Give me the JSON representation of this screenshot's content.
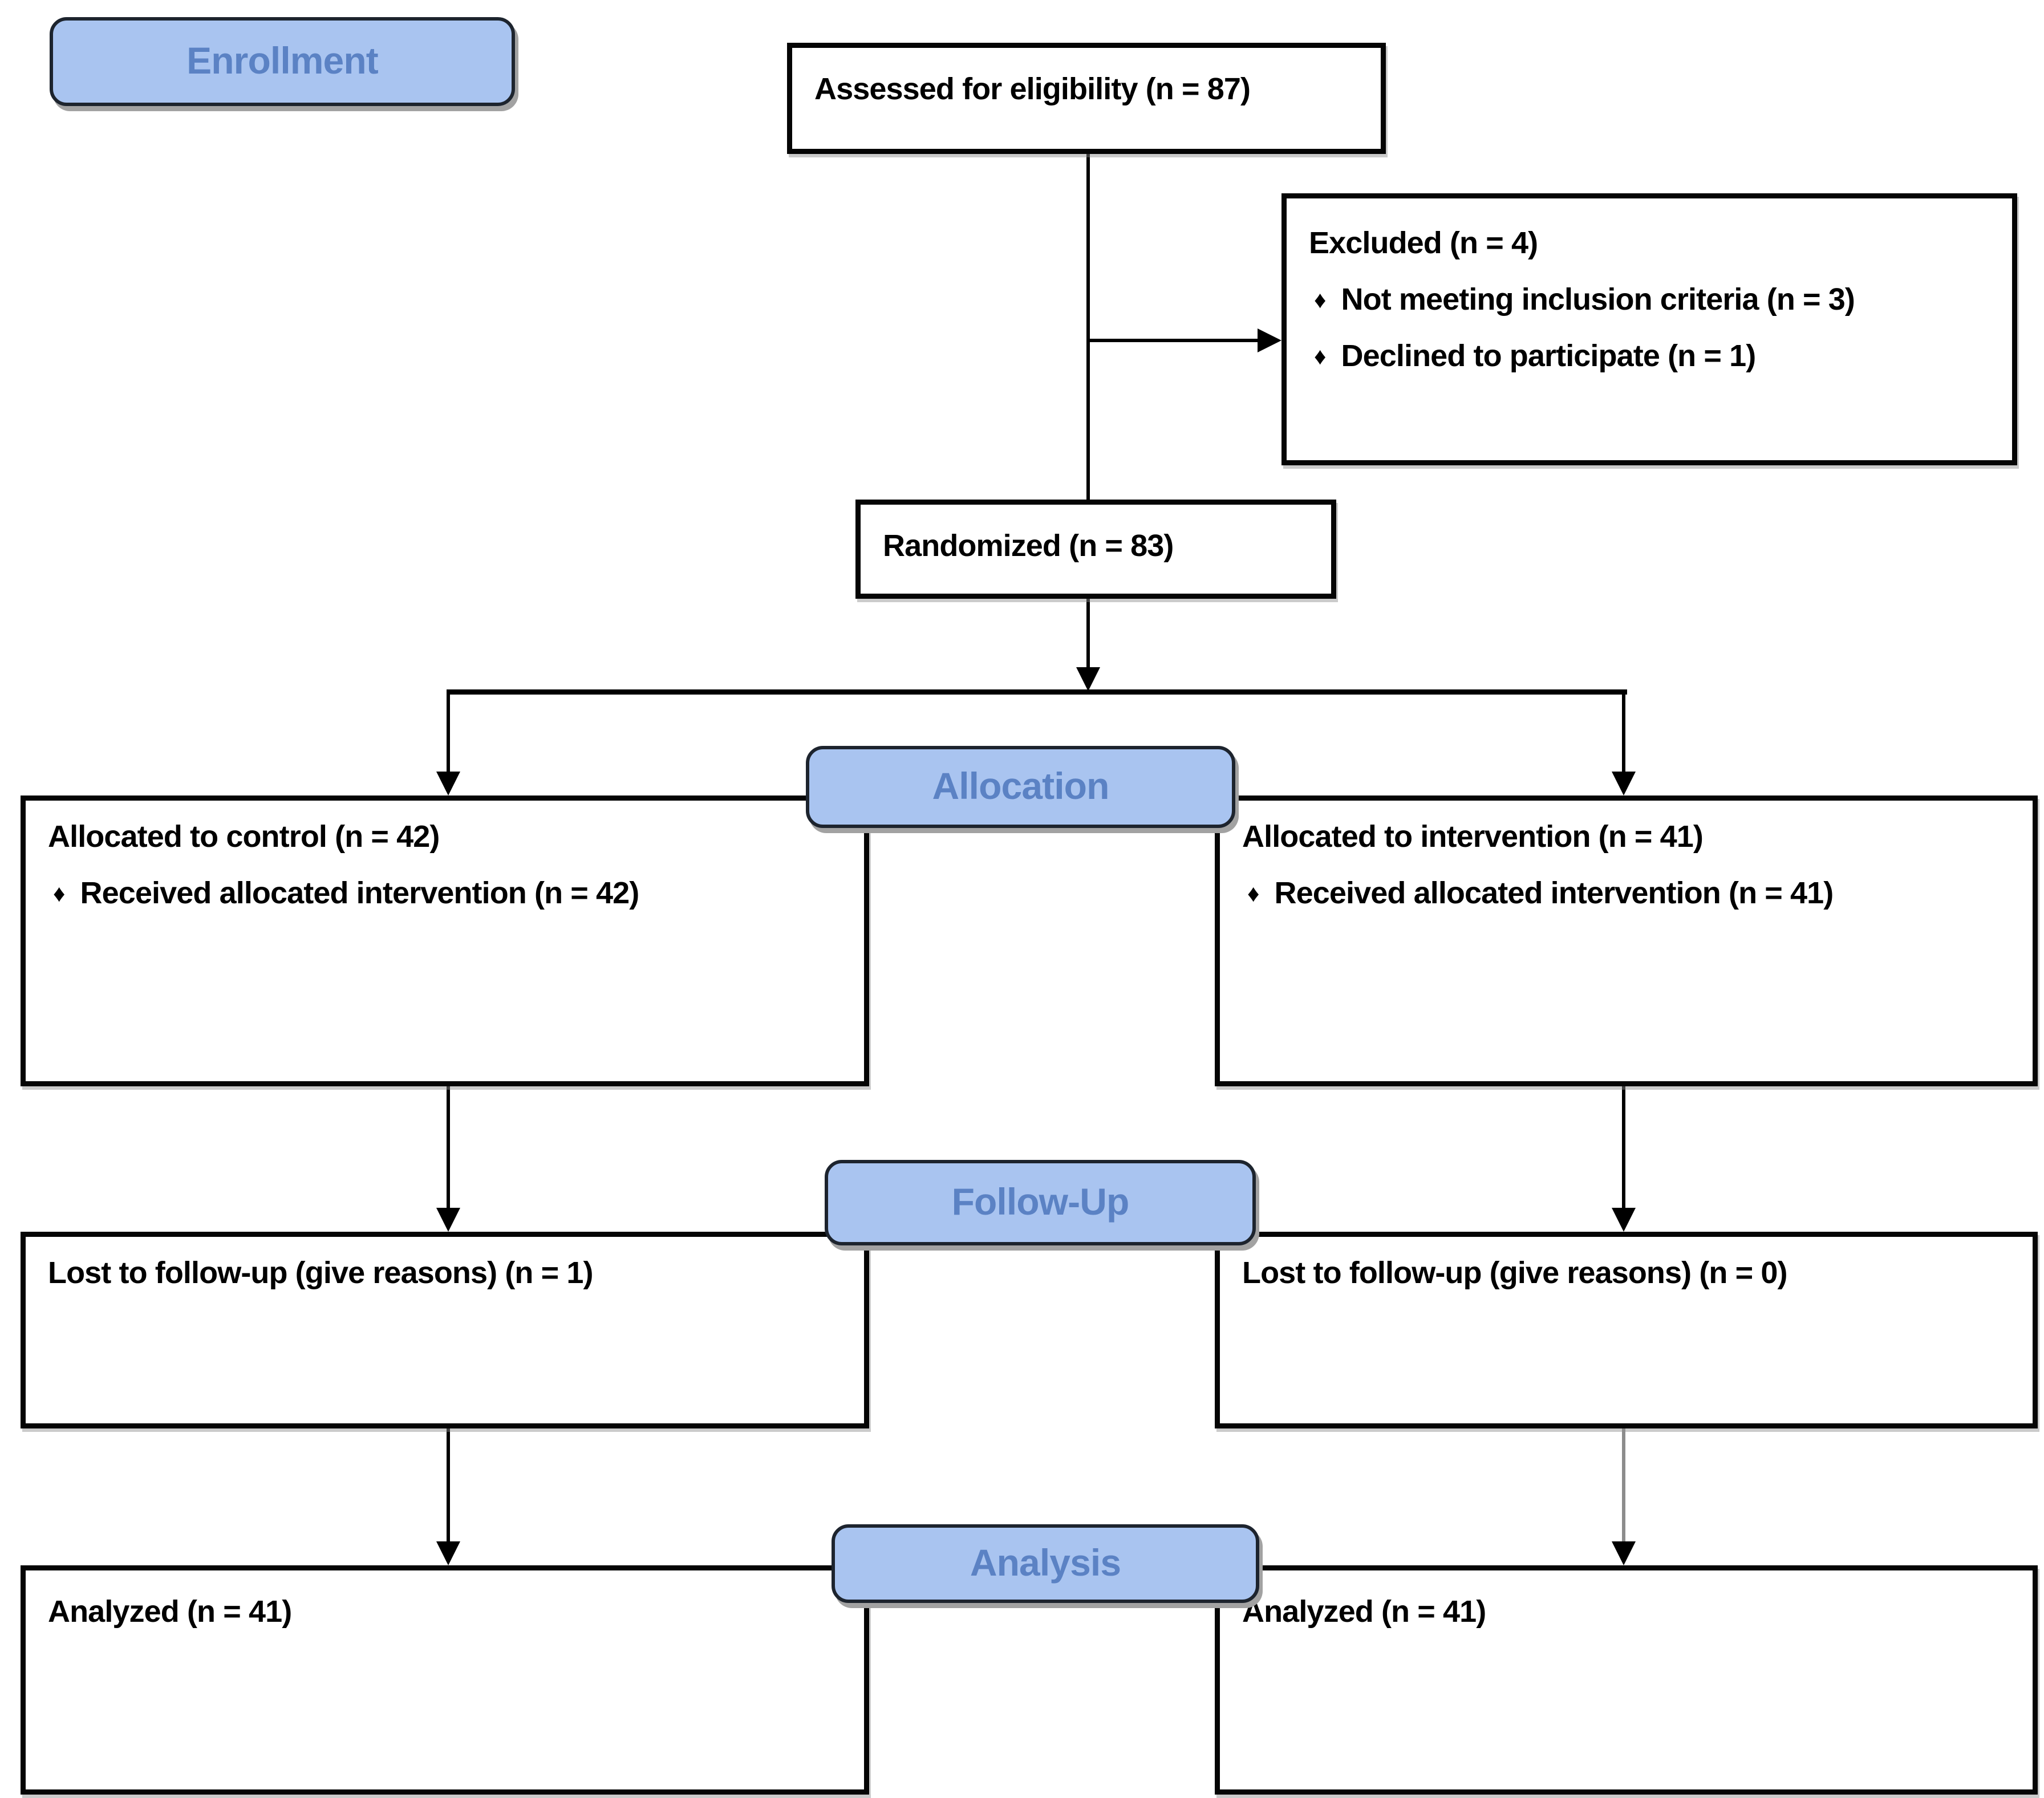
{
  "diagram": {
    "title": "CONSORT participant flow diagram",
    "bullet_glyph": "♦",
    "colors": {
      "stage_fill": "#a9c4f0",
      "stage_text": "#5b82c4",
      "stage_border": "#1d242e",
      "box_fill": "#ffffff",
      "box_border": "#050505",
      "connector": "#000000",
      "connector_gray": "#8c8c8c"
    },
    "stage_labels": {
      "enrollment": "Enrollment",
      "allocation": "Allocation",
      "followup": "Follow-Up",
      "analysis": "Analysis"
    },
    "boxes": {
      "assessed": {
        "text": "Assessed for eligibility (n = 87)"
      },
      "excluded": {
        "title": "Excluded (n = 4)",
        "bullets": [
          "Not meeting inclusion criteria (n = 3)",
          "Declined to participate (n = 1)"
        ]
      },
      "randomized": {
        "text": "Randomized (n = 83)"
      },
      "allocated_control": {
        "title": "Allocated to control (n = 42)",
        "bullets": [
          "Received allocated intervention (n = 42)"
        ]
      },
      "allocated_intervention": {
        "title": "Allocated to intervention (n = 41)",
        "bullets": [
          "Received allocated intervention (n = 41)"
        ]
      },
      "lost_control": {
        "text": "Lost to follow-up (give reasons) (n = 1)"
      },
      "lost_intervention": {
        "text": "Lost to follow-up (give reasons) (n = 0)"
      },
      "analyzed_control": {
        "text": "Analyzed (n = 41)"
      },
      "analyzed_intervention": {
        "text": "Analyzed (n = 41)"
      }
    }
  }
}
